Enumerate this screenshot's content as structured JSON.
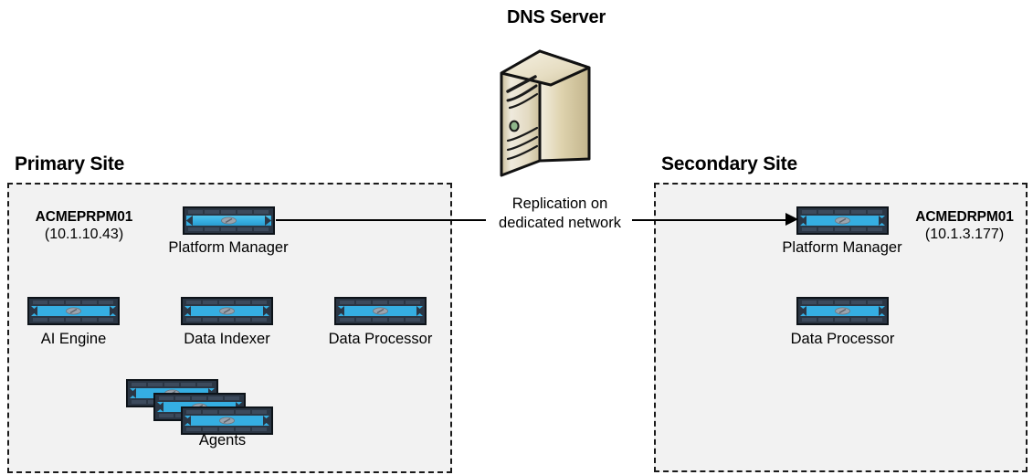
{
  "diagram": {
    "title": "Replication architecture between primary and secondary sites",
    "background_color": "#ffffff",
    "site_fill_color": "#f2f2f2",
    "site_border_color": "#1a1a1a",
    "appliance_accent_color": "#35aee2",
    "appliance_bezel_color": "#2b3644",
    "dns_server_color": "#d8cfae"
  },
  "dns": {
    "title": "DNS Server",
    "icon": "tower-server-icon"
  },
  "connection": {
    "label_line_1": "Replication on",
    "label_line_2": "dedicated network",
    "direction": "primary-to-secondary",
    "arrow_icon": "arrow-right-icon"
  },
  "primary_site": {
    "title": "Primary Site",
    "host": {
      "name": "ACMEPRPM01",
      "ip": "(10.1.10.43)"
    },
    "devices": [
      {
        "label": "Platform Manager",
        "icon": "network-appliance-icon"
      },
      {
        "label": "AI Engine",
        "icon": "network-appliance-icon"
      },
      {
        "label": "Data Indexer",
        "icon": "network-appliance-icon"
      },
      {
        "label": "Data Processor",
        "icon": "network-appliance-icon"
      },
      {
        "label": "Agents",
        "icon": "network-appliance-stack-icon",
        "count": 3
      }
    ]
  },
  "secondary_site": {
    "title": "Secondary Site",
    "host": {
      "name": "ACMEDRPM01",
      "ip": "(10.1.3.177)"
    },
    "devices": [
      {
        "label": "Platform Manager",
        "icon": "network-appliance-icon"
      },
      {
        "label": "Data Processor",
        "icon": "network-appliance-icon"
      }
    ]
  }
}
